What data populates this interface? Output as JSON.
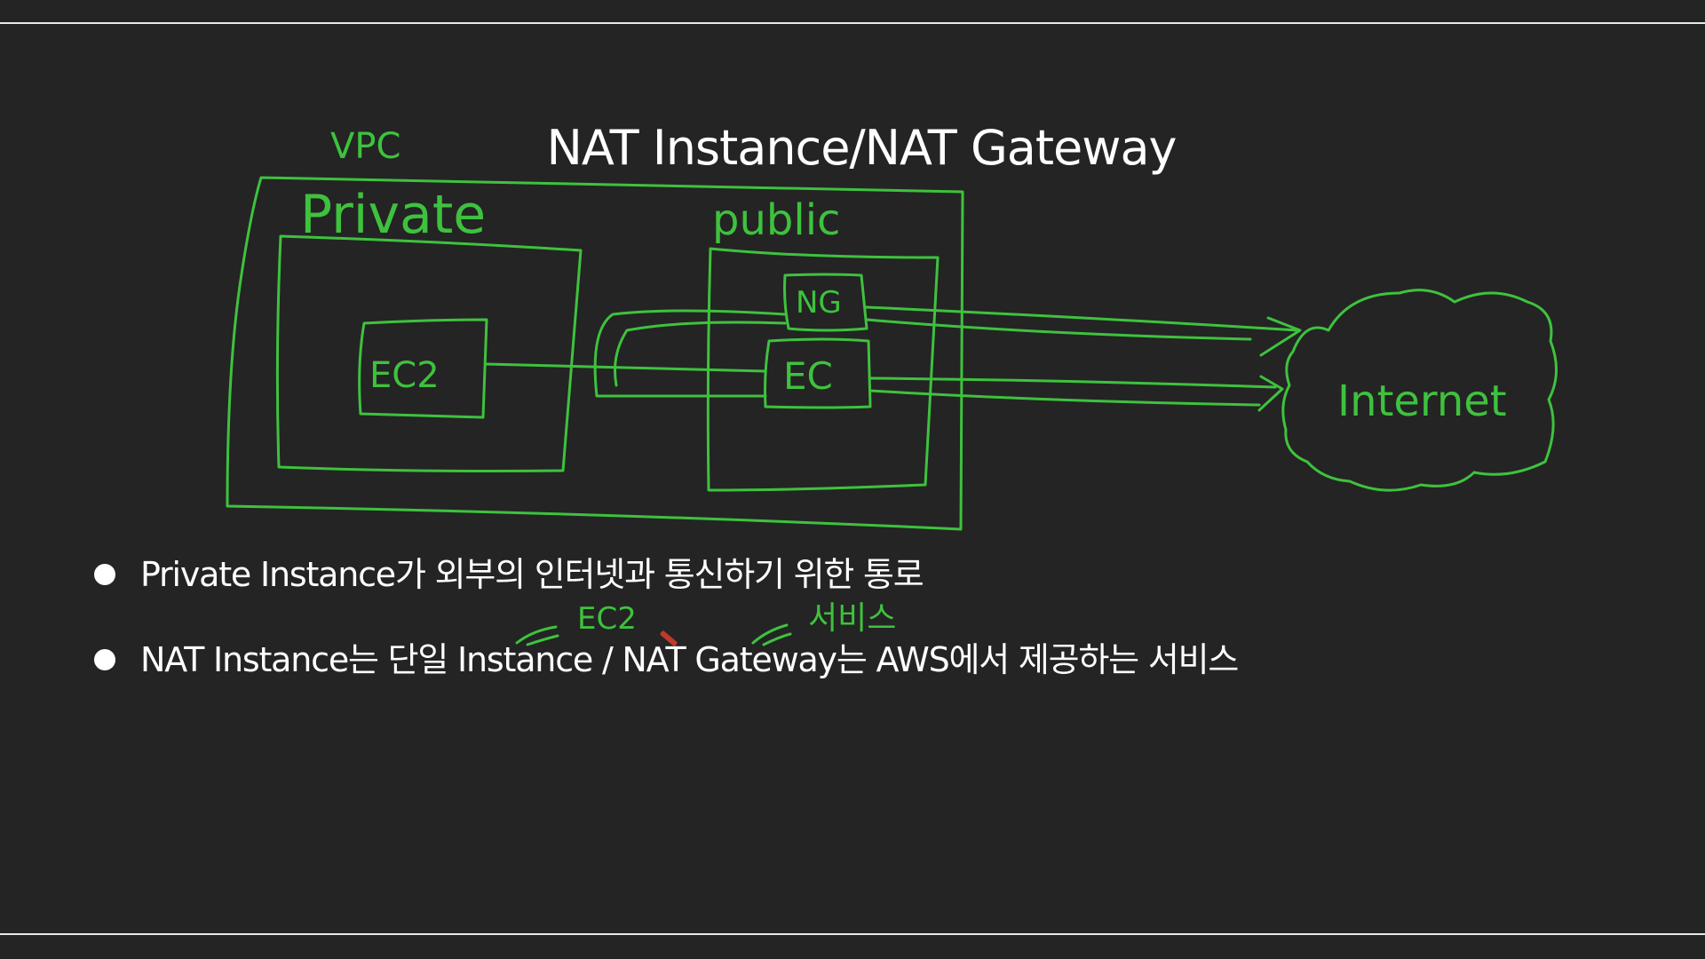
{
  "slide": {
    "title": "NAT Instance/NAT Gateway",
    "bullets": [
      "Private Instance가 외부의 인터넷과 통신하기 위한 통로",
      "NAT Instance는 단일 Instance / NAT Gateway는 AWS에서 제공하는 서비스"
    ]
  },
  "annotations": {
    "vpc": "VPC",
    "private": "Private",
    "public": "public",
    "ec2_private": "EC2",
    "ng": "NG",
    "ec_public": "EC",
    "internet": "Internet",
    "bullet_note_ec2": "EC2",
    "bullet_note_service": "서비스"
  },
  "colors": {
    "background": "#242424",
    "text": "#ffffff",
    "ink": "#3ec23e",
    "rule": "#e8e8e8"
  }
}
